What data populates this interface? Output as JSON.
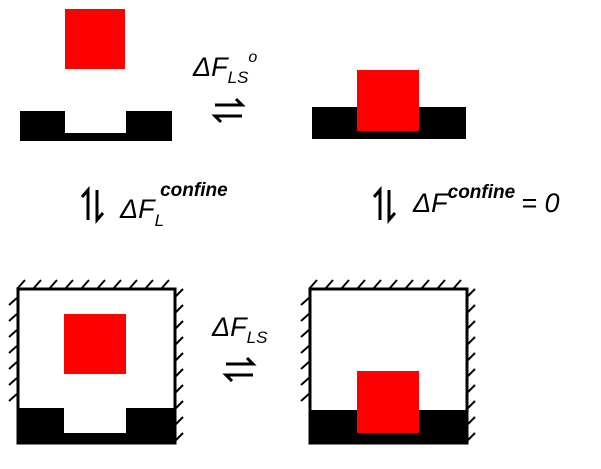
{
  "colors": {
    "ligand": "#ff0000",
    "surface": "#000000",
    "wall": "#000000",
    "background": "#ffffff"
  },
  "labels": {
    "top": {
      "delta": "Δ",
      "F": "F",
      "sub": "LS",
      "sup": "o"
    },
    "left": {
      "delta": "Δ",
      "F": "F",
      "sub": "L",
      "sup": "confine"
    },
    "right": {
      "delta": "Δ",
      "F": "F",
      "sup": "confine",
      "eq": "= 0"
    },
    "bottom": {
      "delta": "Δ",
      "F": "F",
      "sub": "LS"
    }
  },
  "arrows": {
    "horizontal": "equilibrium-arrows-icon",
    "vertical": "equilibrium-arrows-vertical-icon"
  }
}
